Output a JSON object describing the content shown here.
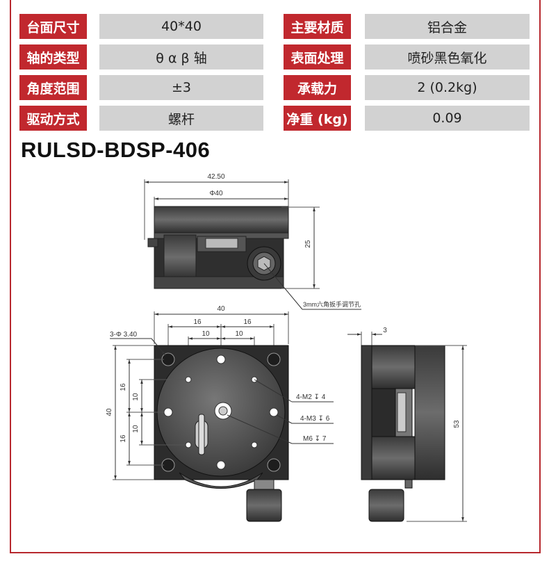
{
  "specs": [
    {
      "label": "台面尺寸",
      "value": "40*40"
    },
    {
      "label": "主要材质",
      "value": "铝合金"
    },
    {
      "label": "轴的类型",
      "value": "θ α β 轴"
    },
    {
      "label": "表面处理",
      "value": "喷砂黑色氧化"
    },
    {
      "label": "角度范围",
      "value": "±3"
    },
    {
      "label": "承载力",
      "value": "2 (0.2kg)"
    },
    {
      "label": "驱动方式",
      "value": "螺杆"
    },
    {
      "label": "净重 (kg)",
      "value": "0.09"
    }
  ],
  "model": "RULSD-BDSP-406",
  "drawing": {
    "top_width": "42.50",
    "top_diameter": "Φ40",
    "top_height": "25",
    "hex_note": "3mm六角扳手调节孔",
    "front_width": "40",
    "front_16a": "16",
    "front_16b": "16",
    "front_10a": "10",
    "front_10b": "10",
    "holes_note": "3-Φ 3.40",
    "height_40": "40",
    "v16a": "16",
    "v10a": "10",
    "v10b": "10",
    "v16b": "16",
    "m2_note": "4-M2 ↧ 4",
    "m3_note": "4-M3 ↧ 6",
    "m6_note": "M6 ↧ 7",
    "side_3": "3",
    "side_53": "53"
  }
}
